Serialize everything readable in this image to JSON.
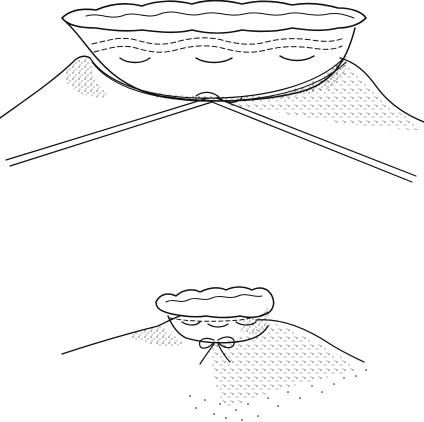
{
  "figure": {
    "panels": [
      {
        "id": "top",
        "subject": "drawstring-being-pulled"
      },
      {
        "id": "bottom",
        "subject": "drawstring-tied-bow"
      }
    ]
  },
  "colors": {
    "ink": "#111111",
    "paper": "#ffffff"
  }
}
